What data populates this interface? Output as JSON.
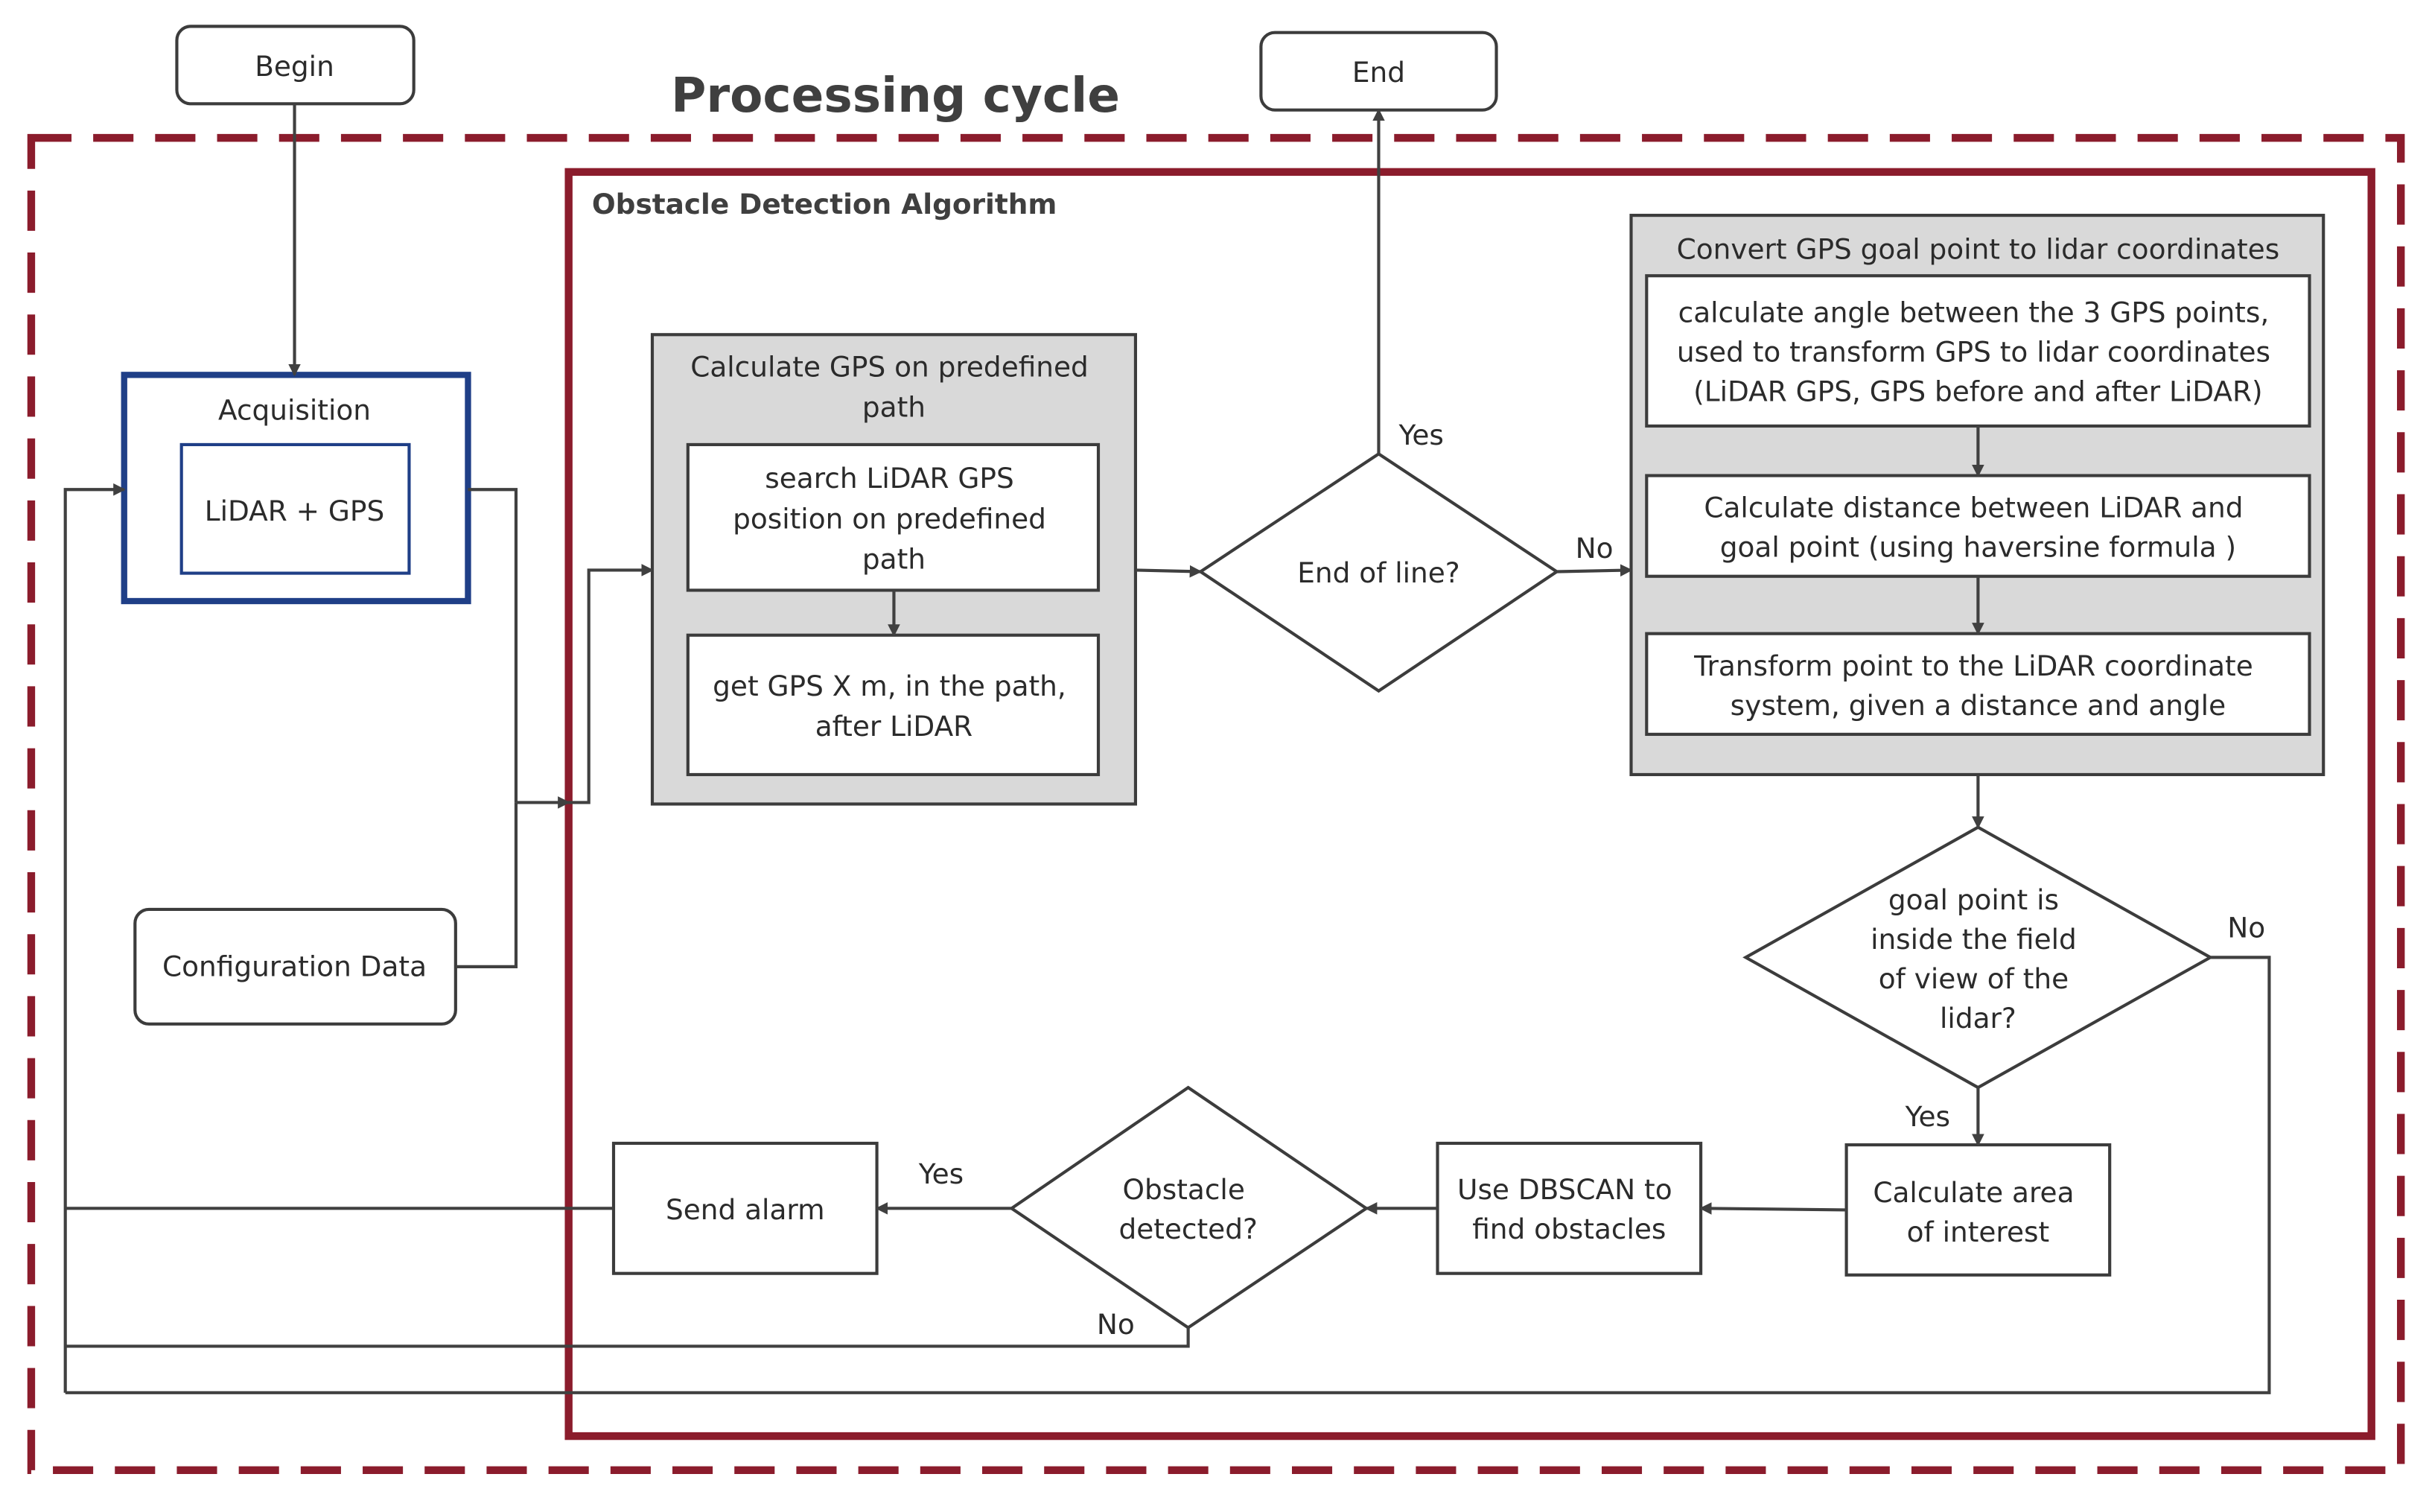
{
  "diagram": {
    "title": "Processing cycle",
    "algorithm_title": "Obstacle Detection Algorithm",
    "colors": {
      "frame": "#8b1c2c",
      "acquisition_border": "#1f3f87",
      "box_border": "#3c3c3c",
      "group_fill": "#d9d9d9",
      "arrow": "#404040"
    },
    "begin": "Begin",
    "end": "End",
    "acquisition": {
      "label": "Acquisition",
      "inner": "LiDAR + GPS"
    },
    "configuration": "Configuration Data",
    "gps_group": {
      "title": [
        "Calculate GPS on predefined",
        "path"
      ],
      "step1": [
        "search LiDAR GPS",
        "position on predefined",
        "path"
      ],
      "step2": [
        "get GPS X m, in the path,",
        "after LiDAR"
      ]
    },
    "end_of_line": "End of line?",
    "convert_group": {
      "title": "Convert GPS goal point to lidar coordinates",
      "step1": [
        "calculate angle between the 3 GPS points,",
        "used to transform GPS to lidar coordinates",
        "(LiDAR GPS, GPS before and after LiDAR)"
      ],
      "step2": [
        "Calculate distance between LiDAR and",
        "goal point (using haversine formula )"
      ],
      "step3": [
        "Transform point to the LiDAR coordinate",
        "system, given a distance and angle"
      ]
    },
    "fov_decision": [
      "goal point is",
      "inside the field",
      "of view of the",
      "lidar?"
    ],
    "area_of_interest": [
      "Calculate area",
      "of interest"
    ],
    "dbscan": [
      "Use DBSCAN to",
      "find obstacles"
    ],
    "obstacle_decision": [
      "Obstacle",
      "detected?"
    ],
    "send_alarm": "Send alarm",
    "edge_labels": {
      "eol_yes": "Yes",
      "eol_no": "No",
      "fov_no": "No",
      "fov_yes": "Yes",
      "obstacle_yes": "Yes",
      "obstacle_no": "No"
    }
  }
}
